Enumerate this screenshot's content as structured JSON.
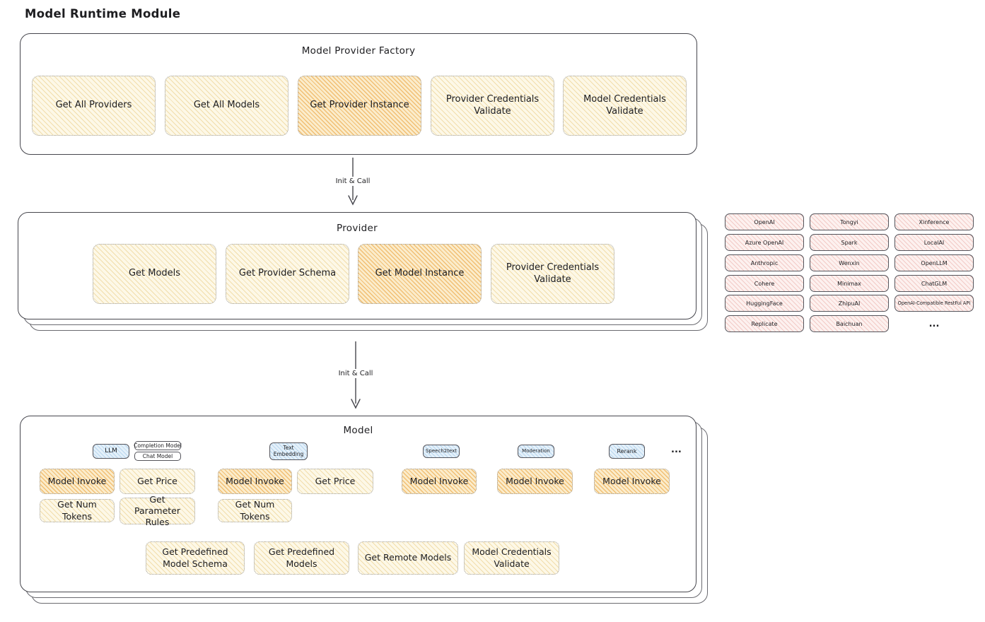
{
  "canvas": {
    "title": "Model Runtime Module"
  },
  "colors": {
    "cream_fill": "#fdf8e7",
    "cream_hatch": "#f1ddab",
    "orange_fill": "#fbeccb",
    "orange_hatch": "#f1bf74",
    "pink_fill": "#fdf1ef",
    "pink_hatch": "#f2cac6",
    "blue_fill": "#e4f0fa",
    "blue_hatch": "#b9d7ee",
    "box_border": "#46464d",
    "dotted_border": "#9f9f9f",
    "text": "#1d1d20"
  },
  "flow": {
    "arrow1_label": "Init & Call",
    "arrow2_label": "Init & Call"
  },
  "factory": {
    "title": "Model Provider Factory",
    "buttons": [
      {
        "label": "Get All Providers",
        "highlighted": false
      },
      {
        "label": "Get All Models",
        "highlighted": false
      },
      {
        "label": "Get Provider Instance",
        "highlighted": true
      },
      {
        "label": "Provider Credentials Validate",
        "highlighted": false
      },
      {
        "label": "Model Credentials Validate",
        "highlighted": false
      }
    ]
  },
  "provider": {
    "title": "Provider",
    "buttons": [
      {
        "label": "Get Models",
        "highlighted": false
      },
      {
        "label": "Get Provider Schema",
        "highlighted": false
      },
      {
        "label": "Get Model Instance",
        "highlighted": true
      },
      {
        "label": "Provider Credentials Validate",
        "highlighted": false
      }
    ]
  },
  "providers_grid": {
    "rows": [
      [
        "OpenAI",
        "Tongyi",
        "Xinference"
      ],
      [
        "Azure OpenAI",
        "Spark",
        "LocalAI"
      ],
      [
        "Anthropic",
        "Wenxin",
        "OpenLLM"
      ],
      [
        "Cohere",
        "Minimax",
        "ChatGLM"
      ],
      [
        "HuggingFace",
        "ZhipuAI",
        "OpenAI-Compatible RestFul API"
      ],
      [
        "Replicate",
        "Baichuan"
      ]
    ],
    "more": "..."
  },
  "model": {
    "title": "Model",
    "tabs": {
      "llm": "LLM",
      "completion": "Completion Model",
      "chat": "Chat Model",
      "text_embedding": "Text Embedding",
      "speech2text": "Speech2text",
      "moderation": "Moderation",
      "rerank": "Rerank",
      "more": "..."
    },
    "buttons": {
      "llm_invoke": "Model Invoke",
      "llm_price": "Get Price",
      "llm_tokens": "Get Num Tokens",
      "llm_rules": "Get Parameter Rules",
      "emb_invoke": "Model Invoke",
      "emb_price": "Get Price",
      "emb_tokens": "Get Num Tokens",
      "s2t_invoke": "Model Invoke",
      "mod_invoke": "Model Invoke",
      "rerank_invoke": "Model Invoke",
      "predef_schema": "Get Predefined Model Schema",
      "predef_models": "Get Predefined Models",
      "remote_models": "Get Remote Models",
      "cred_validate": "Model Credentials Validate"
    }
  }
}
